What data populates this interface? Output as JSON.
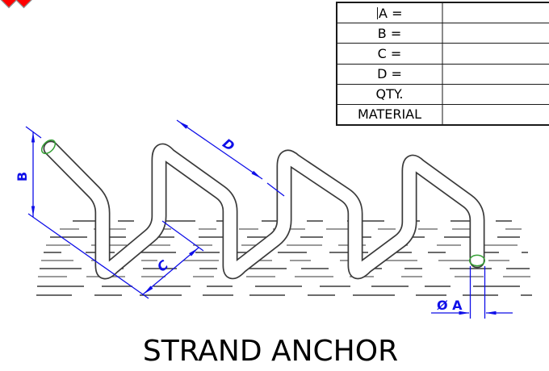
{
  "title": "STRAND ANCHOR",
  "table": {
    "rows": [
      {
        "label": "A =",
        "value": ""
      },
      {
        "label": "B =",
        "value": ""
      },
      {
        "label": "C =",
        "value": ""
      },
      {
        "label": "D =",
        "value": ""
      },
      {
        "label": "QTY.",
        "value": ""
      },
      {
        "label": "MATERIAL",
        "value": ""
      }
    ]
  },
  "dimensions": {
    "b": "B",
    "c": "C",
    "d": "D",
    "dia": "Ø A"
  },
  "colors": {
    "dimension_blue": "#0f0fe8",
    "wire_gray": "#3a3a3a",
    "cap_green": "#35a035",
    "logo_red": "#fe0000"
  }
}
